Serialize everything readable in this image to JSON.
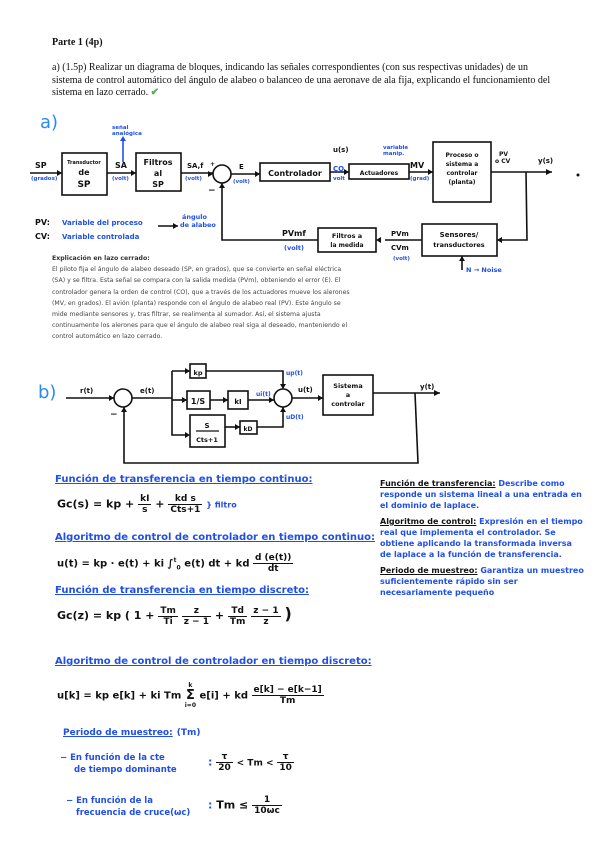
{
  "header": {
    "title": "Parte 1 (4p)",
    "question": "a) (1.5p) Realizar un diagrama de bloques, indicando las señales correspondientes (con sus respectivas unidades) de un sistema de control automático del ángulo de alabeo o balanceo de una aeronave de ala fija, explicando el funcionamiento del sistema en lazo cerrado.",
    "check_icon": "✔"
  },
  "diagram_a": {
    "label": "a)",
    "input": {
      "name": "SP",
      "unit": "(grados)"
    },
    "blocks": {
      "transductor": [
        "Transductor",
        "de",
        "SP"
      ],
      "filtros_sp": [
        "Filtros",
        "al",
        "SP"
      ],
      "controlador": "Controlador",
      "actuadores": "Actuadores",
      "proceso": [
        "Proceso o",
        "sistema a",
        "controlar",
        "(planta)"
      ],
      "sensores": [
        "Sensores/",
        "transductores"
      ],
      "filtros_medida": [
        "Filtros a",
        "la medida"
      ]
    },
    "signals": {
      "sa": "SA",
      "sa_unit": "(volt)",
      "sa_note": [
        "señal",
        "analógica"
      ],
      "saf": "SA,f",
      "saf_unit": "(volt)",
      "plus": "+",
      "minus": "−",
      "e": "E",
      "e_unit": "(volt)",
      "us": "u(s)",
      "co": "CO",
      "co_unit": "volt",
      "mv": "MV",
      "mv_unit": "(grad)",
      "mv_note": [
        "variable",
        "manip."
      ],
      "pv_cv": [
        "PV",
        "o CV"
      ],
      "ys": "y(s)",
      "pvm": "PVm",
      "cvm": "CVm",
      "pvm_unit": "(volt)",
      "pvmf": "PVmf",
      "pvmf_unit": "(volt)",
      "noise": "N → Noise"
    },
    "legend": {
      "pv": "PV:",
      "pv_desc": "Variable del proceso",
      "cv": "CV:",
      "cv_desc": "Variable controlada",
      "arrow_note": [
        "ángulo",
        "de alabeo"
      ]
    }
  },
  "explanation": {
    "heading": "Explicación en lazo cerrado:",
    "body": "El piloto fija el ángulo de alabeo deseado (SP, en grados), que se convierte en señal eléctrica (SA) y se filtra. Esta señal se compara con la salida medida (PVm), obteniendo el error (E). El controlador genera la orden de control (CO), que a través de los actuadores mueve los alerones (MV, en grados). El avión (planta) responde con el ángulo de alabeo real (PV). Este ángulo se mide mediante sensores y, tras filtrar, se realimenta al sumador. Así, el sistema ajusta continuamente los alerones para que el ángulo de alabeo real siga al deseado, manteniendo el control automático en lazo cerrado."
  },
  "diagram_b": {
    "label": "b)",
    "signals": {
      "r": "r(t)",
      "e": "e(t)",
      "u": "u(t)",
      "y": "y(t)",
      "up": "up(t)",
      "ui": "ui(t)",
      "ud": "uD(t)",
      "minus": "−"
    },
    "blocks": {
      "kp": "kp",
      "integ": "1/S",
      "ki": "kI",
      "deriv_num": "S",
      "deriv_den": "Cts+1",
      "kd": "kD",
      "plant": [
        "Sistema",
        "a",
        "controlar"
      ]
    }
  },
  "formulas": {
    "h1": "Función de transferencia en tiempo continuo:",
    "gc_s_lhs": "Gc(s) = kp +",
    "gc_s_ki_num": "kI",
    "gc_s_ki_den": "s",
    "gc_s_kd_num": "kd s",
    "gc_s_kd_den": "Cts+1",
    "gc_s_filter": "} filtro",
    "h2": "Algoritmo de control de controlador en tiempo continuo:",
    "ut_lhs": "u(t) = kp · e(t) + ki ∫",
    "ut_limits_top": "t",
    "ut_limits_bot": "0",
    "ut_mid": "e(t) dt + kd",
    "ut_d_num": "d (e(t))",
    "ut_d_den": "dt",
    "h3": "Función de transferencia en tiempo discreto:",
    "gz_lhs": "Gc(z) = kp ( 1 +",
    "gz_f1_num": "Tm",
    "gz_f1_den": "Ti",
    "gz_f2_num": "z",
    "gz_f2_den": "z − 1",
    "gz_plus": "+",
    "gz_f3_num": "Td",
    "gz_f3_den": "Tm",
    "gz_f4_num": "z − 1",
    "gz_f4_den": "z",
    "gz_close": ")",
    "h4": "Algoritmo de control de controlador en tiempo discreto:",
    "uk_lhs": "u[k] = kp e[k] + ki Tm",
    "uk_sum": "Σ",
    "uk_sum_top": "k",
    "uk_sum_bot": "i=0",
    "uk_mid": "e[i] + kd",
    "uk_f_num": "e[k] − e[k−1]",
    "uk_f_den": "Tm",
    "h5": "Periodo de muestreo:",
    "h5_tail": "(Tm)",
    "rule1_text": [
      "− En función de la cte",
      "de tiempo dominante"
    ],
    "rule1_colon": ":",
    "rule1_a_num": "τ",
    "rule1_a_den": "20",
    "rule1_mid": "< Tm <",
    "rule1_b_num": "τ",
    "rule1_b_den": "10",
    "rule2_text": [
      "− En función de la",
      "frecuencia de cruce(ωc)"
    ],
    "rule2_colon": ":",
    "rule2_lhs": "Tm ≤",
    "rule2_num": "1",
    "rule2_den": "10ωc"
  },
  "definitions": [
    {
      "term": "Función de transferencia:",
      "desc": "Describe como responde un sistema lineal a una entrada en el dominio de laplace."
    },
    {
      "term": "Algoritmo de control:",
      "desc": "Expresión en el tiempo real que implementa el controlador. Se obtiene aplicando la transformada inversa de laplace a la función de transferencia."
    },
    {
      "term": "Periodo de muestreo:",
      "desc": "Garantiza un muestreo suficientemente rápido sin ser necesariamente pequeño"
    }
  ]
}
